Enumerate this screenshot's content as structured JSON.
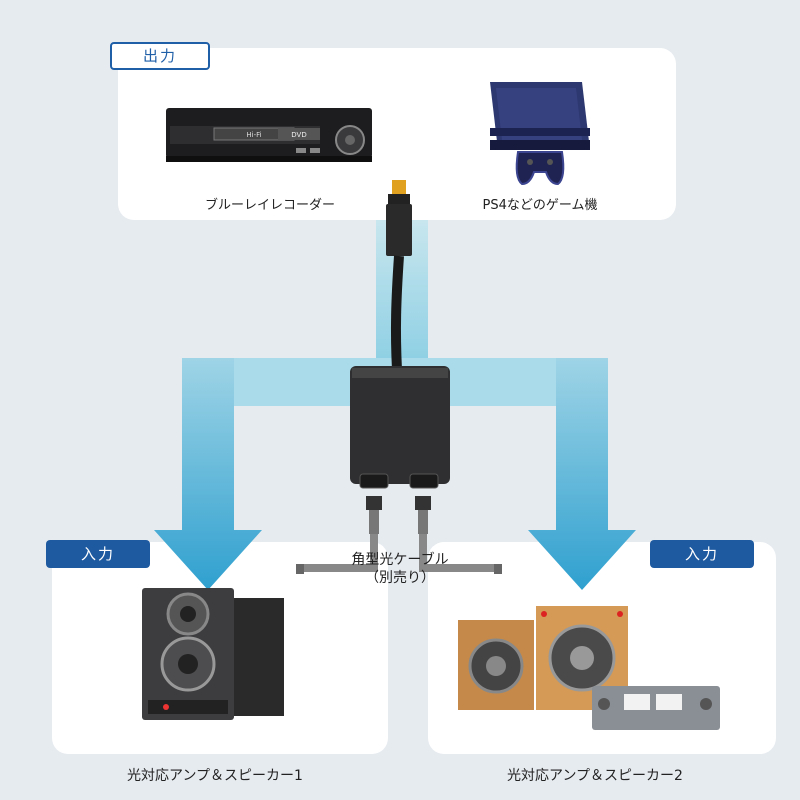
{
  "top_section": {
    "tag": "出力",
    "devices": [
      {
        "label": "ブルーレイレコーダー",
        "icon": "bluray-recorder-icon",
        "screen_text_hifi": "Hi-Fi",
        "screen_text_dvd": "DVD"
      },
      {
        "label": "PS4などのゲーム機",
        "icon": "game-console-icon"
      }
    ]
  },
  "center": {
    "device": "optical-splitter-icon",
    "cable_label_line1": "角型光ケーブル",
    "cable_label_line2": "（別売り）"
  },
  "bottom_left": {
    "tag": "入力",
    "label": "光対応アンプ＆スピーカー1"
  },
  "bottom_right": {
    "tag": "入力",
    "label": "光対応アンプ＆スピーカー2"
  },
  "colors": {
    "background": "#e6ebf0",
    "panel": "#ffffff",
    "accent_blue": "#1e5aa0",
    "arrow_light": "#a6d7e6",
    "arrow_dark": "#3aa6cc"
  }
}
